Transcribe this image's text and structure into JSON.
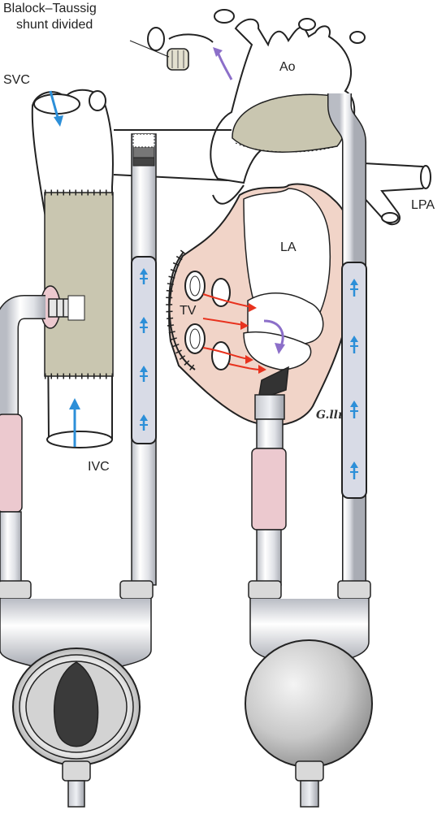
{
  "labels": {
    "shunt_line1": "Blalock–Taussig",
    "shunt_line2": "shunt divided",
    "svc": "SVC",
    "ao": "Ao",
    "lpa": "LPA",
    "la": "LA",
    "tv": "TV",
    "ivc": "IVC",
    "signature": "G.llı"
  },
  "colors": {
    "patch": "#c9c6b0",
    "tissue": "#f1d4c8",
    "pump_ring": "#d9d9d9",
    "connector": "#ecc9cf",
    "tube_fill": "#d8dbe6",
    "flow_arrow": "#2c8fd8",
    "red_arrow": "#e8321e",
    "purple_arrow": "#8c6fc9",
    "outline": "#222222"
  },
  "icons": [
    "blue-flow-arrow-icon",
    "red-flow-arrow-icon",
    "purple-flow-arrow-icon",
    "suture-line-icon"
  ]
}
